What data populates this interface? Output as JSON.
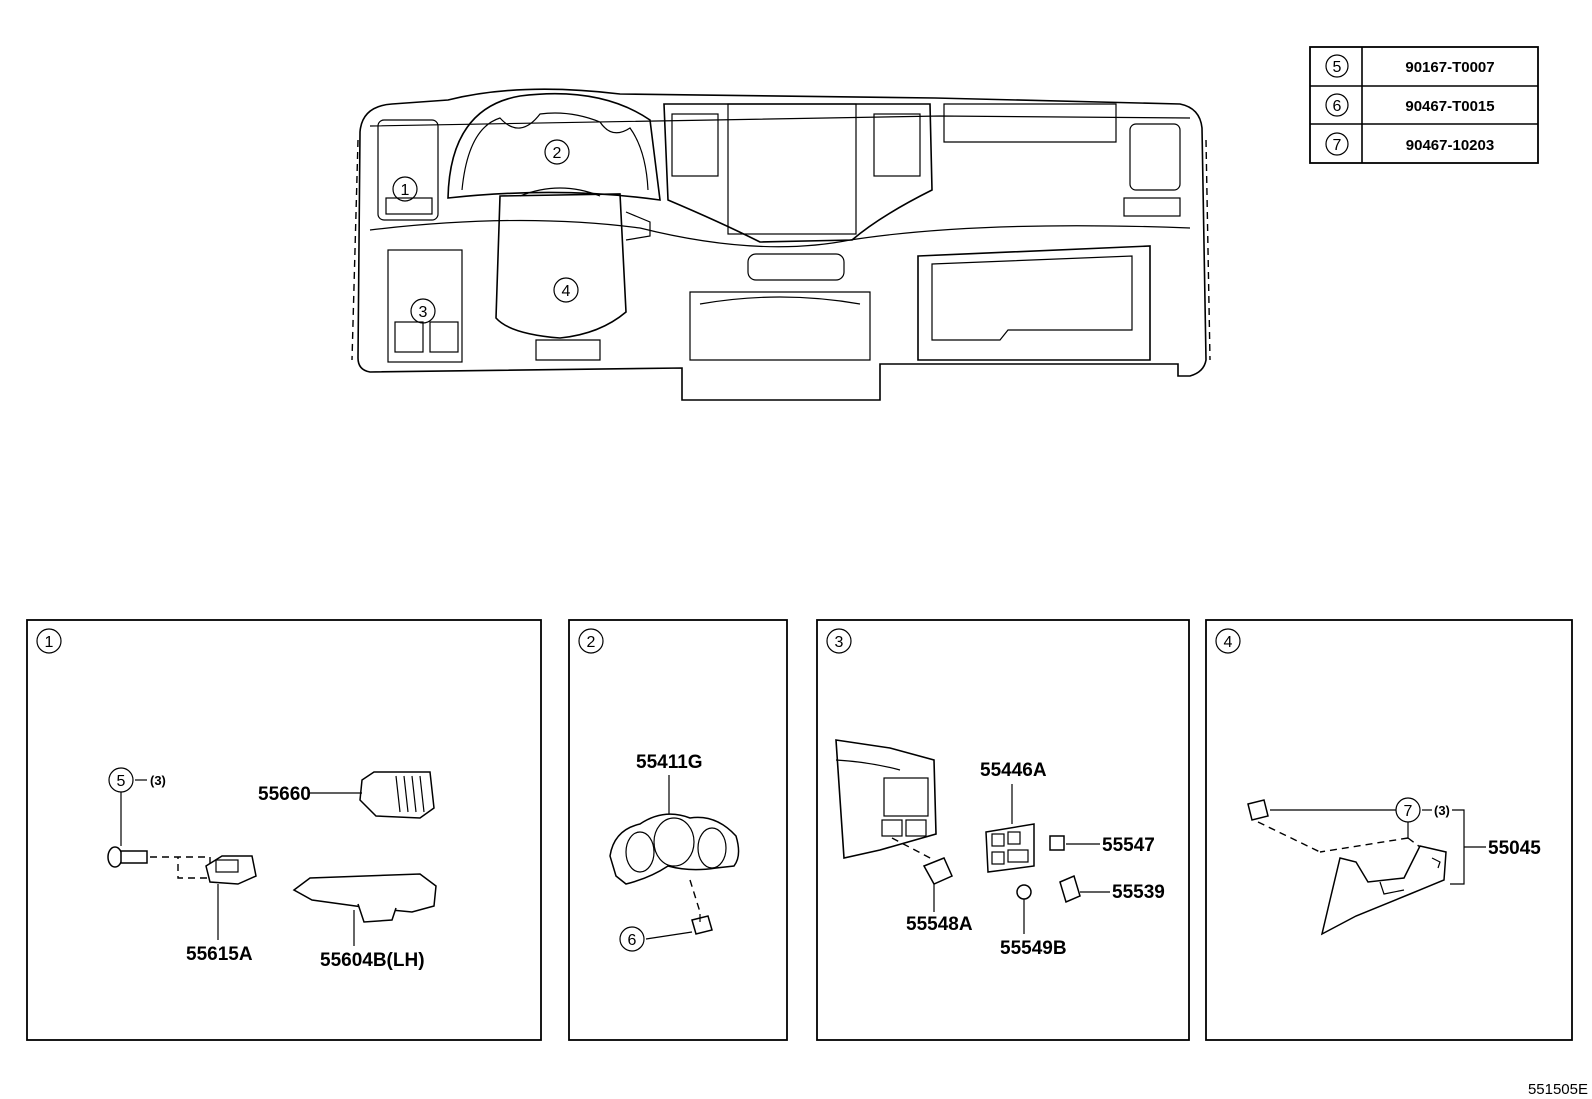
{
  "fastener_table": [
    {
      "ref": "5",
      "part_no": "90167-T0007"
    },
    {
      "ref": "6",
      "part_no": "90467-T0015"
    },
    {
      "ref": "7",
      "part_no": "90467-10203"
    }
  ],
  "overview_callouts": [
    "1",
    "2",
    "3",
    "4"
  ],
  "panels": [
    {
      "number": "1",
      "fastener_ref": "5",
      "fastener_qty": "(3)",
      "parts": [
        "55660",
        "55615A",
        "55604B(LH)"
      ]
    },
    {
      "number": "2",
      "fastener_ref": "6",
      "parts": [
        "55411G"
      ]
    },
    {
      "number": "3",
      "parts": [
        "55446A",
        "55547",
        "55539",
        "55548A",
        "55549B"
      ]
    },
    {
      "number": "4",
      "fastener_ref": "7",
      "fastener_qty": "(3)",
      "parts": [
        "55045"
      ]
    }
  ],
  "drawing_code": "551505E"
}
